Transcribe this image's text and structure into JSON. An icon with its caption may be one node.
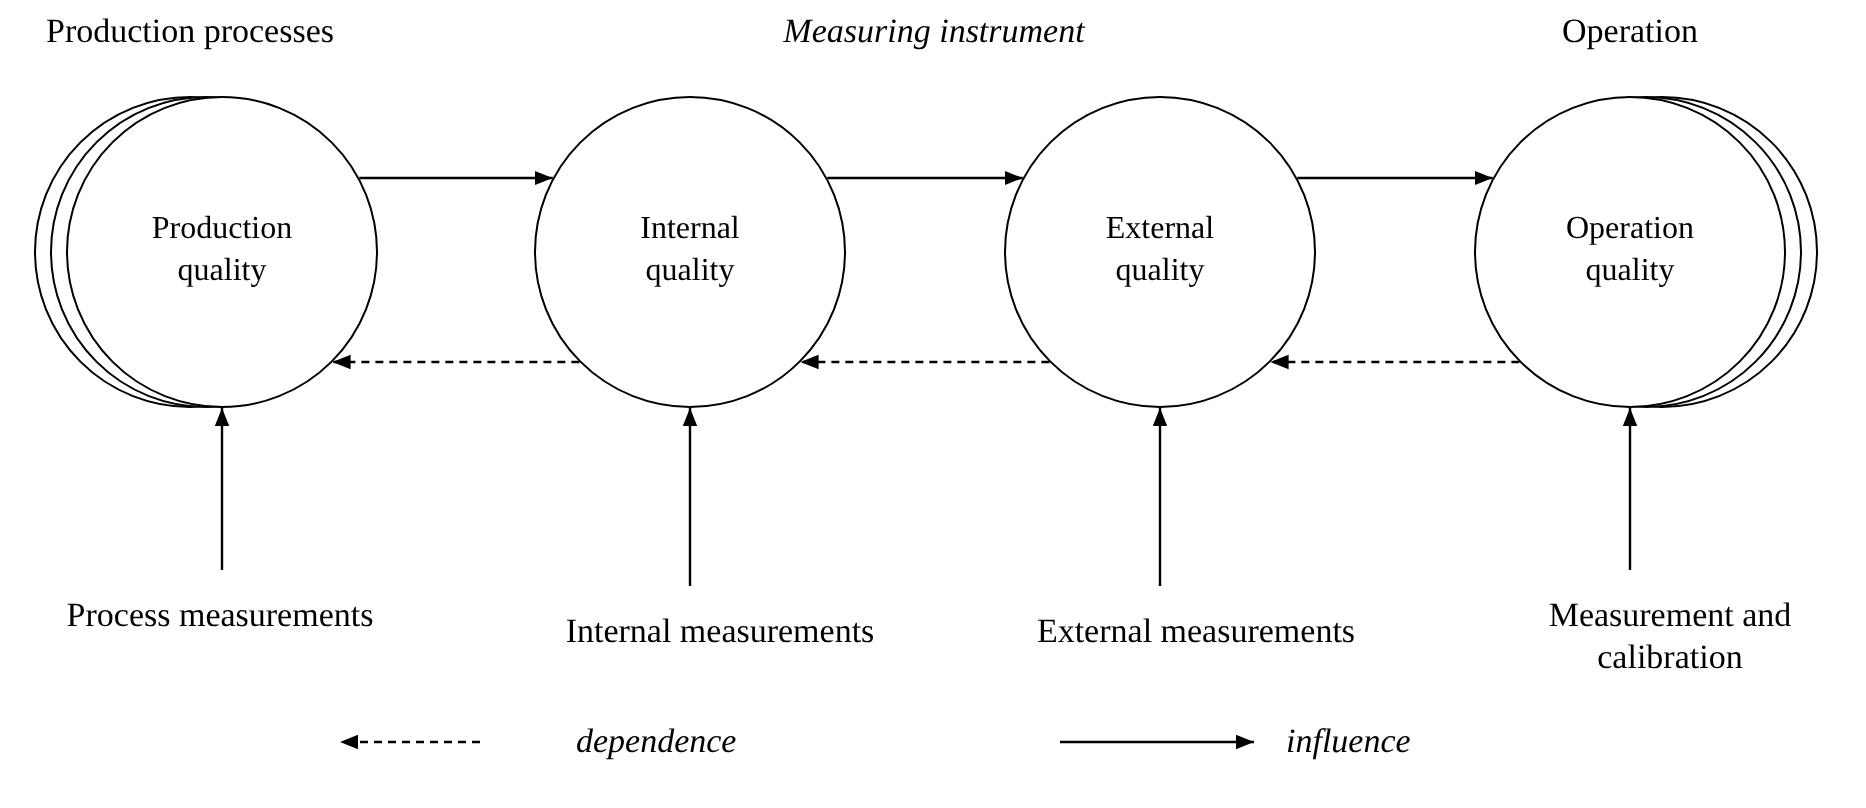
{
  "diagram": {
    "nodes": [
      {
        "text": [
          "Production quality"
        ]
      },
      {
        "text": [
          "Internal quality"
        ]
      },
      {
        "text": [
          "External quality"
        ]
      },
      {
        "text": [
          "Operation quality"
        ]
      },
      {
        "text": [
          "Process measurements"
        ]
      },
      {
        "text": [
          "Internal measurements"
        ]
      },
      {
        "text": [
          "External measurements"
        ]
      },
      {
        "text": [
          "Measurement and calibration"
        ]
      }
    ],
    "edges": [
      {
        "from": 0,
        "to": 1,
        "arrow": "to"
      },
      {
        "from": 1,
        "to": 2,
        "arrow": "to"
      },
      {
        "from": 2,
        "to": 3,
        "arrow": "to"
      },
      {
        "from": 1,
        "to": 0,
        "arrow": "to",
        "style": "dashed"
      },
      {
        "from": 2,
        "to": 1,
        "arrow": "to",
        "style": "dashed"
      },
      {
        "from": 3,
        "to": 2,
        "arrow": "to",
        "style": "dashed"
      },
      {
        "from": 4,
        "to": 0,
        "arrow": "to"
      },
      {
        "from": 5,
        "to": 1,
        "arrow": "to"
      },
      {
        "from": 6,
        "to": 2,
        "arrow": "to"
      },
      {
        "from": 7,
        "to": 3,
        "arrow": "to"
      }
    ],
    "labels": [
      "Production processes",
      "Measuring instrument",
      "Operation"
    ],
    "legend": [
      {
        "text": "dependence"
      },
      {
        "text": "influence"
      }
    ]
  }
}
